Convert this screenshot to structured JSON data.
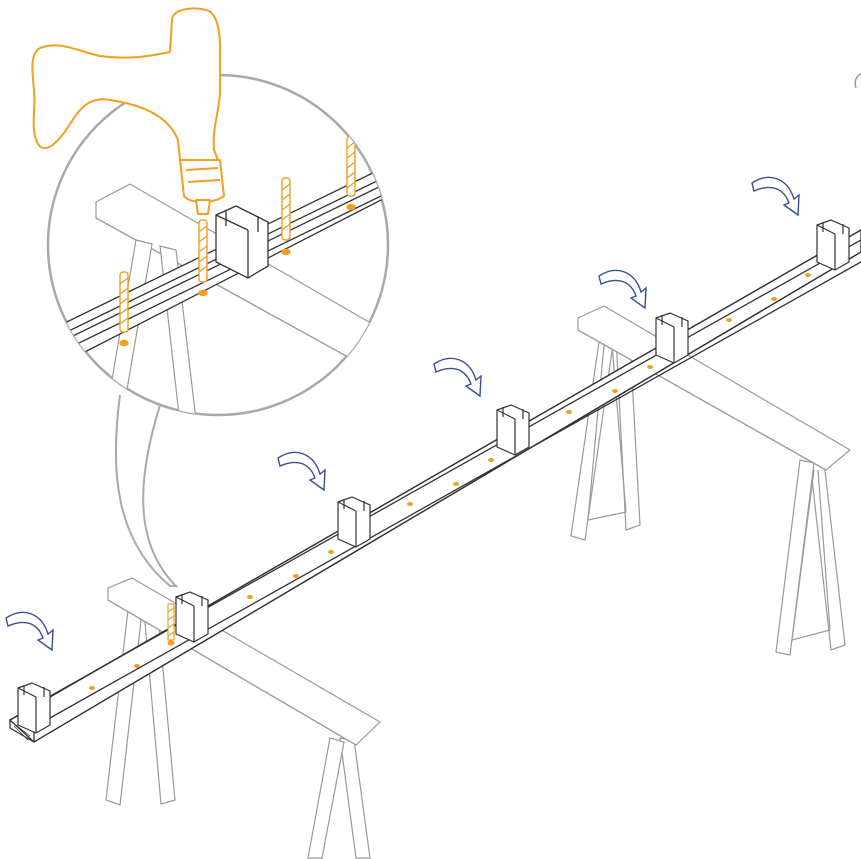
{
  "diagram": {
    "colors": {
      "line": "#4a4a4a",
      "light_line": "#9a9a9a",
      "accent": "#f0a020",
      "arrow": "#3a4f96",
      "magnifier": "#a9a9a9"
    },
    "icons": {
      "drill": "drill-icon",
      "arrows": "curved-arrow-icon",
      "callout": "magnifier-callout"
    },
    "marked_studs": 6,
    "drill_bits_in_callout": 4
  }
}
